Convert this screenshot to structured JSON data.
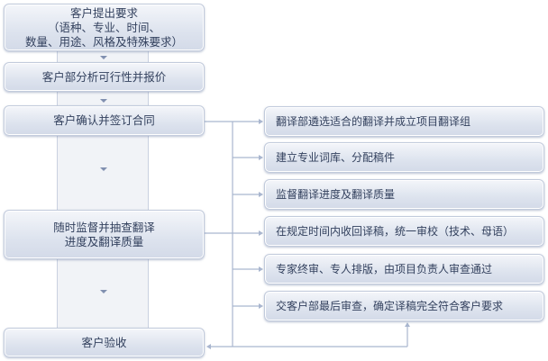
{
  "left_steps": [
    {
      "lines": [
        "客户提出要求",
        "（语种、专业、时间、",
        "数量、用途、风格及特殊要求）"
      ]
    },
    {
      "lines": [
        "客户部分析可行性并报价"
      ]
    },
    {
      "lines": [
        "客户确认并签订合同"
      ]
    },
    {
      "lines": [
        "随时监督并抽查翻译",
        "进度及翻译质量"
      ]
    },
    {
      "lines": [
        "客户验收"
      ]
    }
  ],
  "right_steps": [
    "翻译部遴选适合的翻译并成立项目翻译组",
    "建立专业词库、分配稿件",
    "监督翻译进度及翻译质量",
    "在规定时间内收回译稿，统一审校（技术、母语）",
    "专家终审、专人排版，由项目负责人审查通过",
    "交客户部最后审查，确定译稿完全符合客户要求"
  ],
  "colors": {
    "line": "#a9b6cf",
    "text": "#33415e"
  }
}
